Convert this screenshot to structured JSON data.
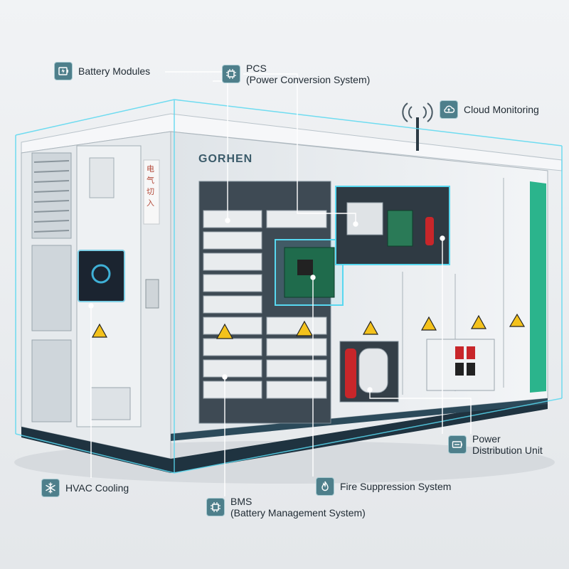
{
  "brand": "GORHEN",
  "panel_text": "电气切入",
  "colors": {
    "accent": "#4e7f8b",
    "stripe": "#2bb48c",
    "cyan": "#58d8f0"
  },
  "callouts": {
    "battery_modules": {
      "icon": "battery-icon",
      "label": "Battery Modules"
    },
    "pcs": {
      "icon": "chip-icon",
      "label": "PCS",
      "sublabel": "(Power Conversion System)"
    },
    "cloud": {
      "icon": "cloud-upload-icon",
      "label": "Cloud Monitoring"
    },
    "power": {
      "icon": "power-unit-icon",
      "label": "Power",
      "sublabel": "Distribution Unit"
    },
    "hvac": {
      "icon": "snowflake-icon",
      "label": "HVAC Cooling"
    },
    "fire": {
      "icon": "flame-icon",
      "label": "Fire Suppression System"
    },
    "bms": {
      "icon": "chip-icon",
      "label": "BMS",
      "sublabel": "(Battery Management System)"
    }
  }
}
